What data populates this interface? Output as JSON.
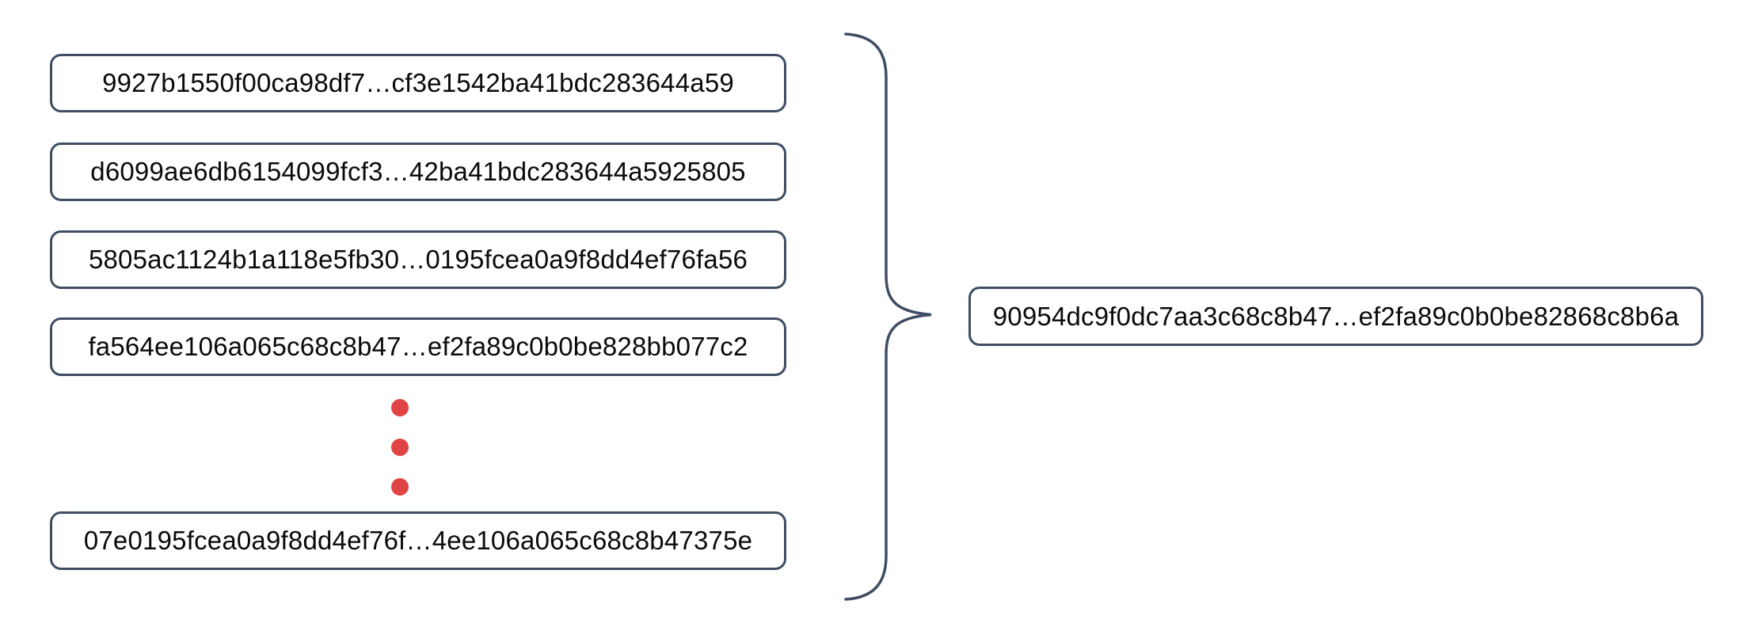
{
  "diagram": {
    "description": "Many input hash strings map via a curly brace to a single output hash string",
    "inputs": [
      "9927b1550f00ca98df7…cf3e1542ba41bdc283644a59",
      "d6099ae6db6154099fcf3…42ba41bdc283644a5925805",
      "5805ac1124b1a118e5fb30…0195fcea0a9f8dd4ef76fa56",
      "fa564ee106a065c68c8b47…ef2fa89c0b0be828bb077c2",
      "07e0195fcea0a9f8dd4ef76f…4ee106a065c68c8b47375e"
    ],
    "output": "90954dc9f0dc7aa3c68c8b47…ef2fa89c0b0be82868c8b6a",
    "ellipsis_dot_count": 3,
    "colors": {
      "box_border": "#3F4D63",
      "brace": "#3F4D63",
      "ellipsis_dots": "#E04343",
      "text": "#0A0A0A",
      "background": "#FFFFFF"
    }
  }
}
